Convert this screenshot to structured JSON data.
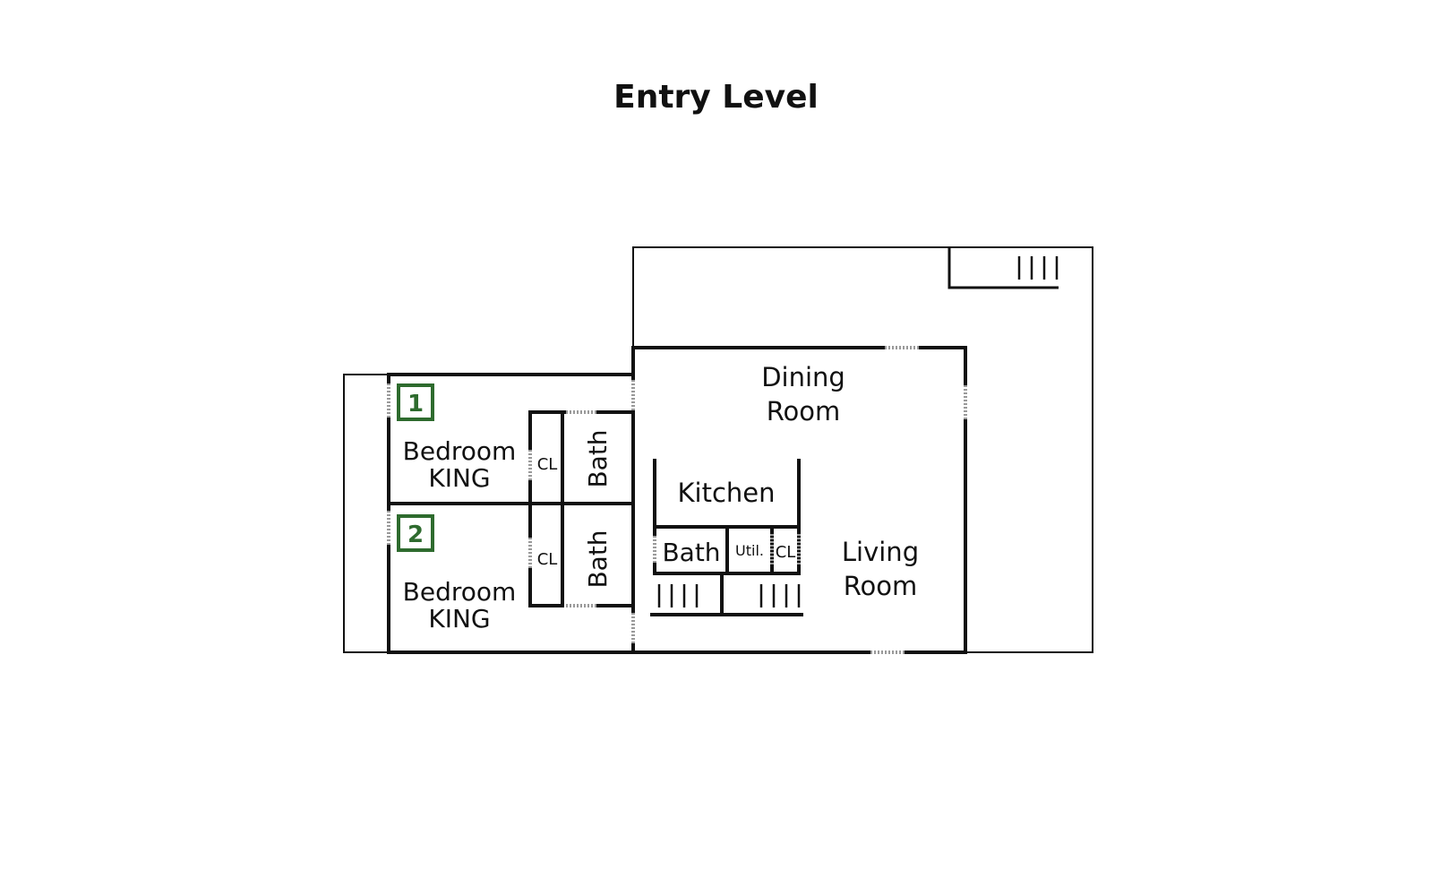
{
  "title": "Entry Level",
  "rooms": {
    "bedroom_1": {
      "number": "1",
      "name": "Bedroom",
      "bed": "KING"
    },
    "bedroom_2": {
      "number": "2",
      "name": "Bedroom",
      "bed": "KING"
    },
    "closet_1": "CL",
    "closet_2": "CL",
    "bath_1": "Bath",
    "bath_2": "Bath",
    "dining": {
      "line1": "Dining",
      "line2": "Room"
    },
    "kitchen": "Kitchen",
    "bath_3": "Bath",
    "utility": "Util.",
    "closet_3": "CL",
    "living": {
      "line1": "Living",
      "line2": "Room"
    }
  },
  "colors": {
    "wall": "#111111",
    "badge": "#2e6b2e",
    "opening": "#9a9a9a"
  }
}
